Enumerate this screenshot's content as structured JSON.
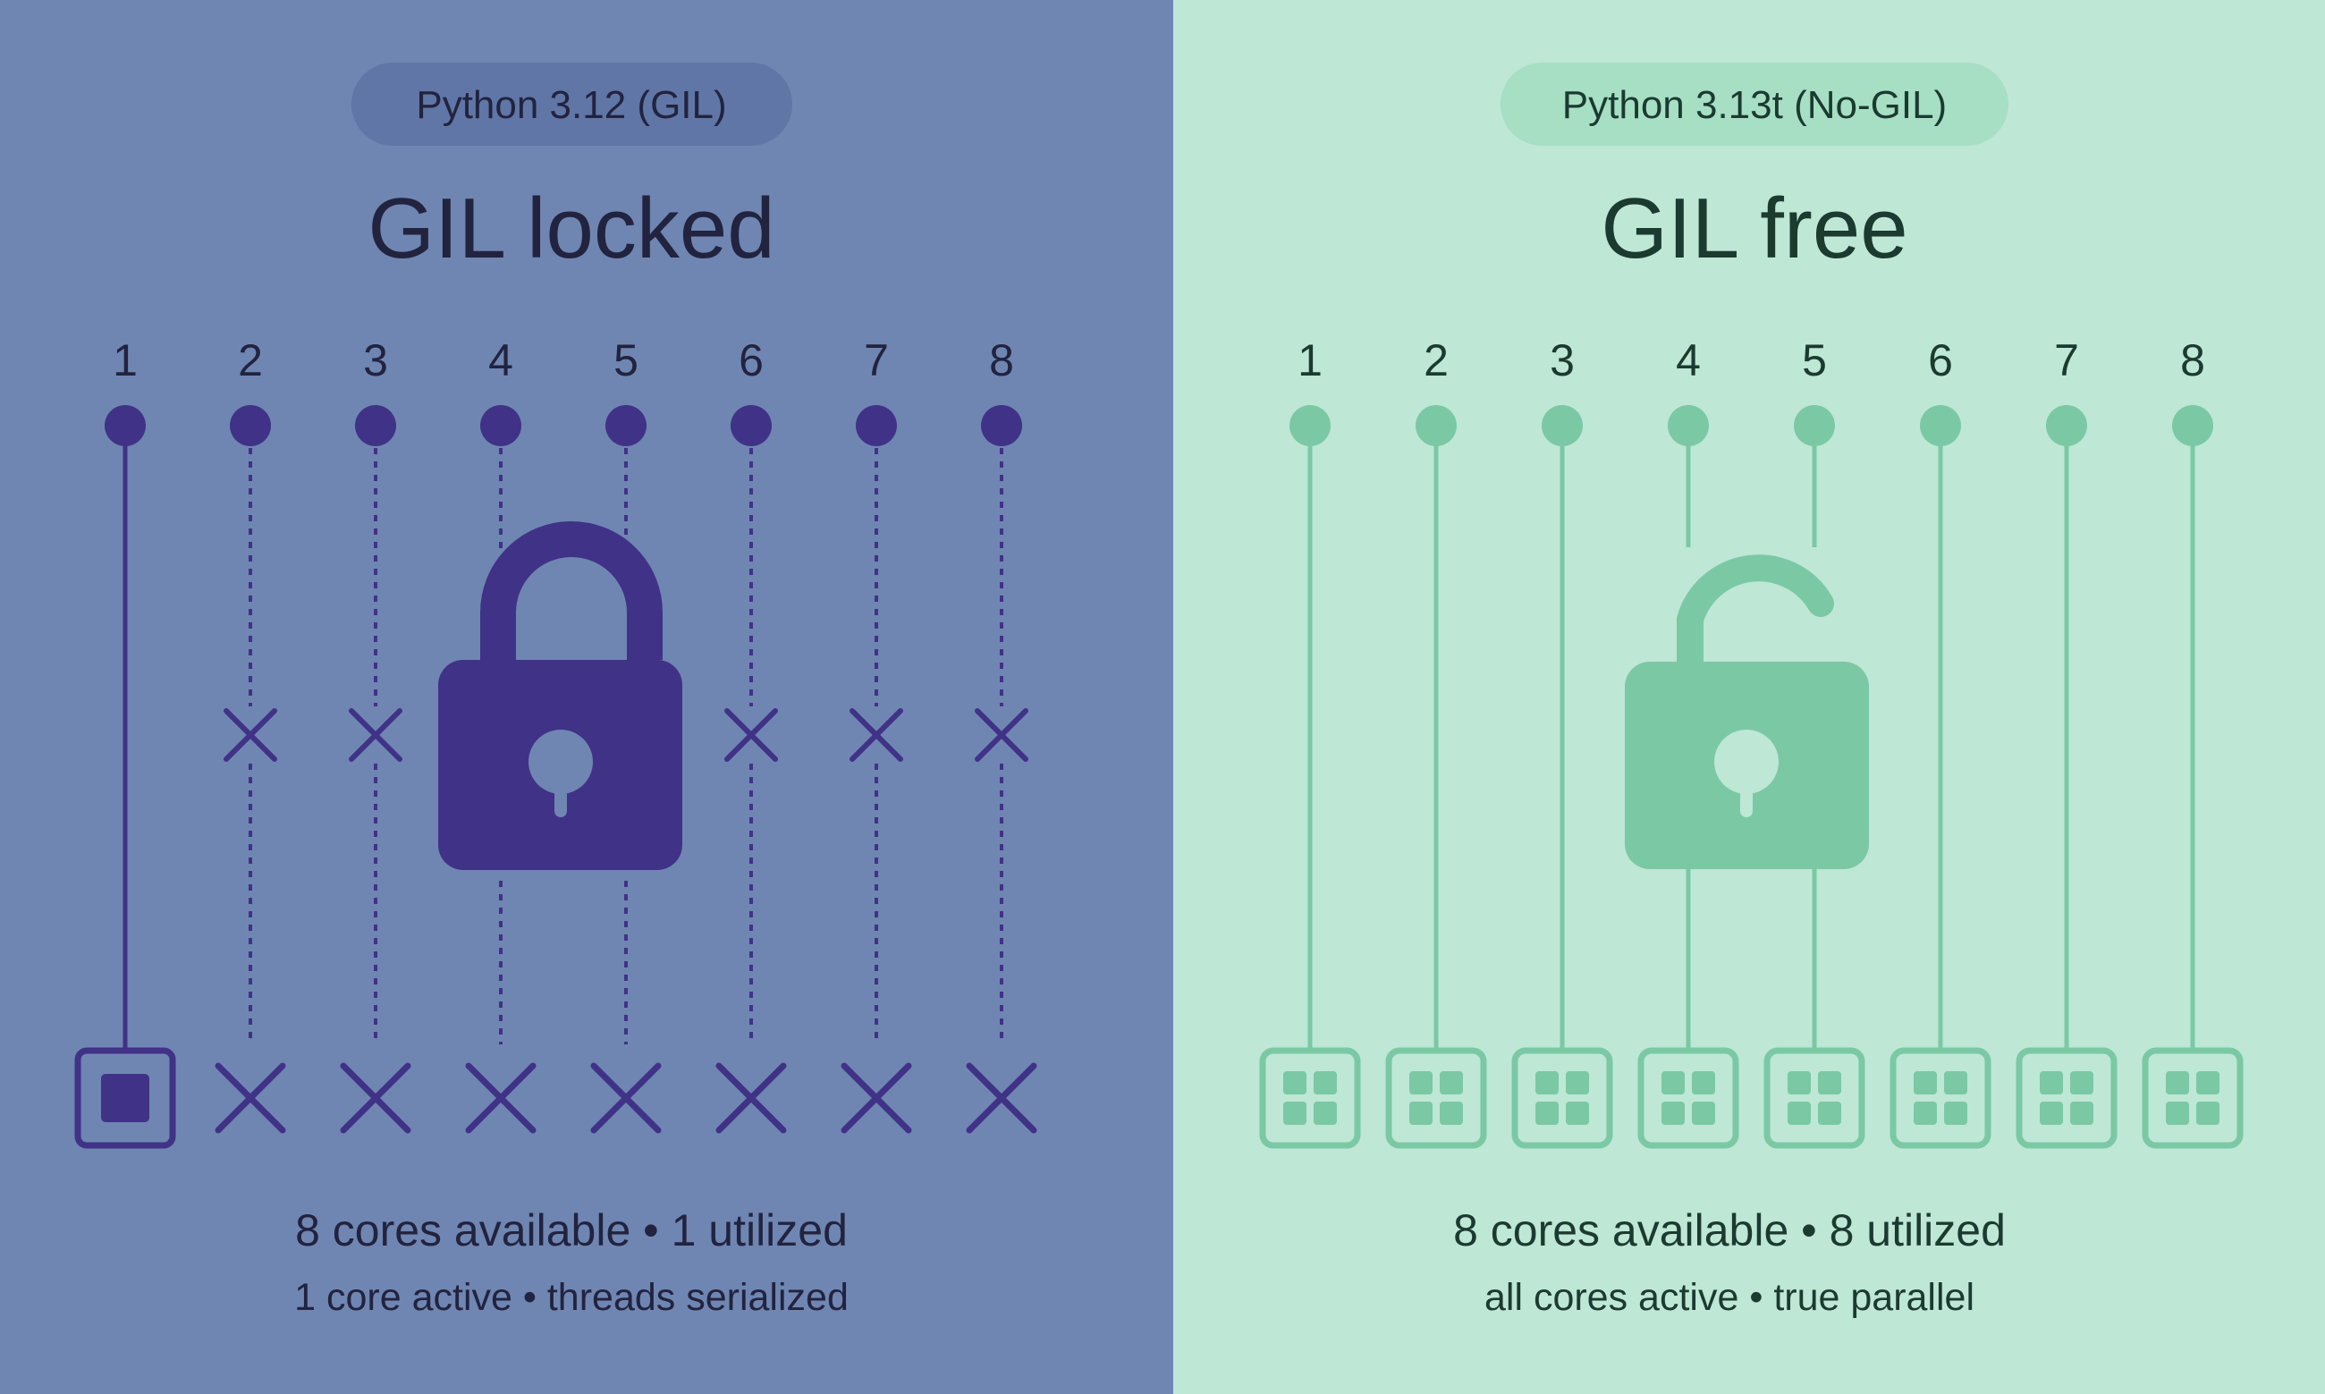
{
  "colors": {
    "left_bg": "#6F86B2",
    "left_pill": "#5F76A6",
    "left_ink": "#403286",
    "left_text": "#22233F",
    "right_bg": "#BEE7D5",
    "right_pill": "#A6DFC4",
    "right_ink": "#7BC8A5",
    "right_text": "#1B3A30"
  },
  "left": {
    "badge": "Python 3.12 (GIL)",
    "title": "GIL locked",
    "lanes": [
      "1",
      "2",
      "3",
      "4",
      "5",
      "6",
      "7",
      "8"
    ],
    "active_cores": 1,
    "lock_icon": "lock-closed-icon",
    "summary": "8 cores available • 1 utilized",
    "detail": "1 core active • threads serialized"
  },
  "right": {
    "badge": "Python 3.13t (No-GIL)",
    "title": "GIL free",
    "lanes": [
      "1",
      "2",
      "3",
      "4",
      "5",
      "6",
      "7",
      "8"
    ],
    "active_cores": 8,
    "lock_icon": "lock-open-icon",
    "summary": "8 cores available • 8 utilized",
    "detail": "all cores active • true parallel"
  }
}
